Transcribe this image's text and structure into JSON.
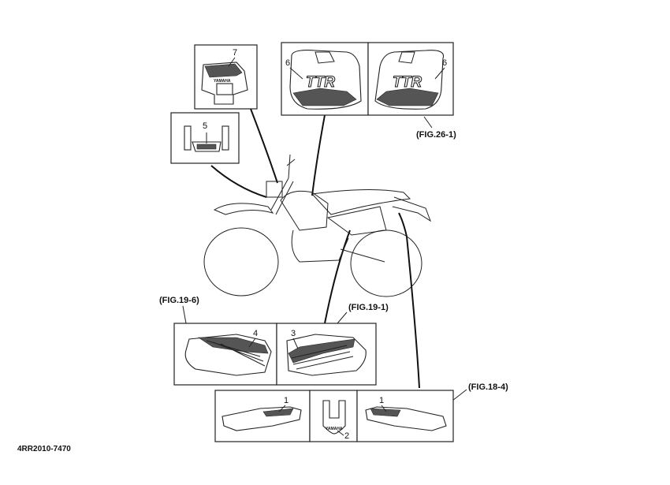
{
  "part_numbers": {
    "p1_left": "1",
    "p1_right": "1",
    "p2": "2",
    "p3": "3",
    "p4": "4",
    "p5": "5",
    "p6_left": "6",
    "p6_right": "6",
    "p7": "7"
  },
  "figure_refs": {
    "fig26": "(FIG.26-1)",
    "fig19_6": "(FIG.19-6)",
    "fig19_1": "(FIG.19-1)",
    "fig18_4": "(FIG.18-4)"
  },
  "decal_text": {
    "yamaha_headlight": "YAMAHA",
    "yamaha_fender": "YAMAHA",
    "ttr_left": "TTR",
    "ttr_right": "TTR"
  },
  "diagram_id": "4RR2010-7470"
}
